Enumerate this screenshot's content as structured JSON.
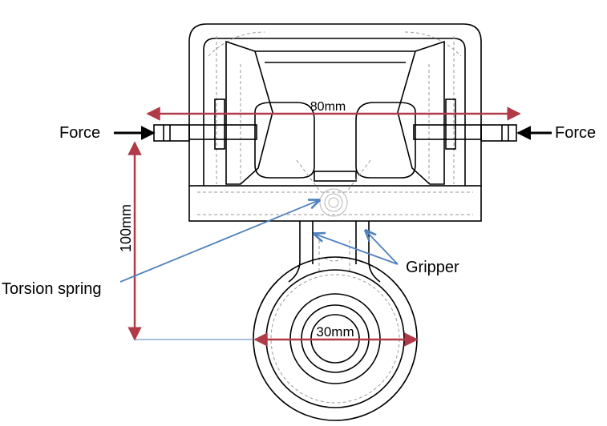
{
  "labels": {
    "force_left": "Force",
    "force_right": "Force",
    "torsion_spring": "Torsion spring",
    "gripper": "Gripper"
  },
  "dimensions": {
    "width": "80mm",
    "height": "100mm",
    "wheel_diameter": "30mm"
  },
  "colors": {
    "dimension_line": "#b03a48",
    "leader_line": "#4f81bd",
    "outline": "#000000",
    "hidden_line": "#9a9a9a"
  }
}
